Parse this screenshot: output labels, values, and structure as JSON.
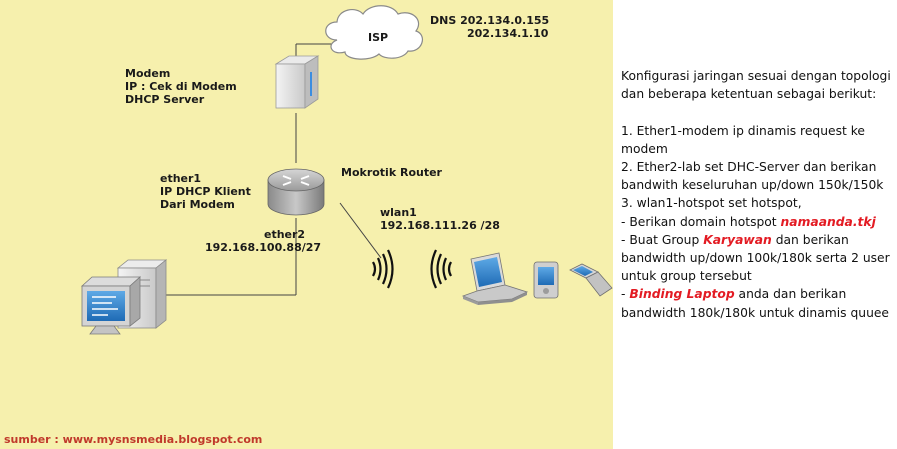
{
  "diagram": {
    "isp_label": "ISP",
    "dns_line1": "DNS 202.134.0.155",
    "dns_line2": "202.134.1.10",
    "modem_line1": "Modem",
    "modem_line2": "IP :  Cek di Modem",
    "modem_line3": "DHCP Server",
    "router_label": "Mokrotik Router",
    "ether1_line1": "ether1",
    "ether1_line2": "IP DHCP Klient",
    "ether1_line3": "Dari Modem",
    "ether2_line1": "ether2",
    "ether2_line2": "192.168.100.88/27",
    "wlan1_line1": "wlan1",
    "wlan1_line2": "192.168.111.26 /28",
    "source": "sumber : www.mysnsmedia.blogspot.com"
  },
  "config": {
    "intro1": "Konfigurasi jaringan sesuai dengan topologi",
    "intro2": "dan beberapa ketentuan sebagai berikut:",
    "item1a": "1.  Ether1-modem ip dinamis request ke",
    "item1b": "modem",
    "item2a": "2.  Ether2-lab set DHC-Server dan berikan",
    "item2b": "bandwith keseluruhan up/down 150k/150k",
    "item3": "3. wlan1-hotspot set hotspot,",
    "domain_pre": "- Berikan domain hotspot ",
    "domain_val": "namaanda.tkj",
    "group_pre": "- Buat Group ",
    "group_val": "Karyawan",
    "group_post": " dan berikan",
    "group2": "bandwidth up/down 100k/180k serta 2 user",
    "group3": "untuk group tersebut",
    "binding_pre": "- ",
    "binding_val": "Binding Laptop",
    "binding_post": " anda dan berikan",
    "binding2": "bandwidth 180k/180k untuk dinamis quuee"
  },
  "colors": {
    "diagram_bg": "#f6f0ad",
    "highlight": "#e31b23",
    "source_text": "#c0392b"
  },
  "icons": [
    "cloud-icon",
    "modem-icon",
    "router-icon",
    "desktop-computer-icon",
    "wireless-signal-icon",
    "laptop-icon",
    "pda-icon",
    "flip-phone-icon"
  ]
}
